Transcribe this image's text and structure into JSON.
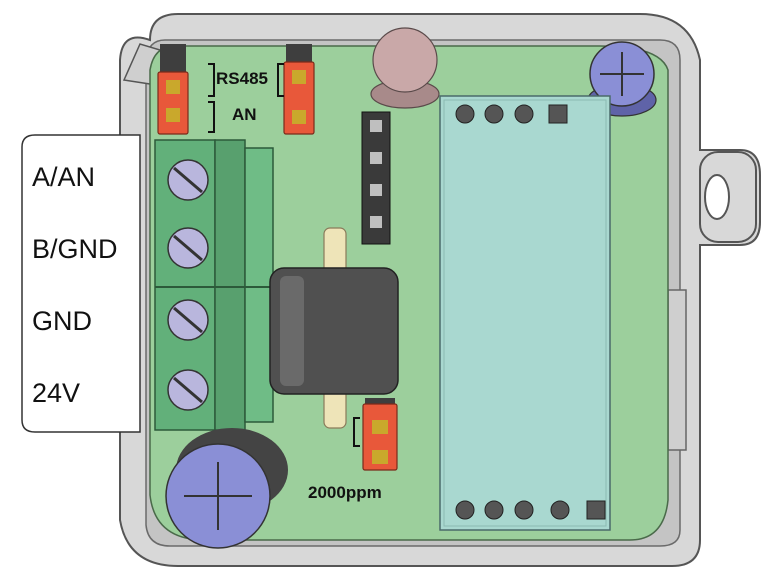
{
  "terminal_labels": [
    "A/AN",
    "B/GND",
    "GND",
    "24V"
  ],
  "jumper_labels": {
    "rs485": "RS485",
    "an": "AN",
    "concentration": "2000ppm"
  },
  "colors": {
    "pcb": "#9ccf9c",
    "housing": "#d8d8d8",
    "housing_edge": "#555555",
    "terminal_block": "#62b07a",
    "screw": "#b9b6dd",
    "jumper": "#e8583a",
    "sensor_module": "#a9d8d0",
    "ferrite": "#505050",
    "led": "#c9a8a8",
    "capacitor": "#8a8fd6"
  },
  "icons": [
    "screw-icon",
    "jumper-icon",
    "pin-header-icon",
    "capacitor-icon",
    "led-icon",
    "ferrite-core-icon",
    "sensor-module-icon"
  ]
}
